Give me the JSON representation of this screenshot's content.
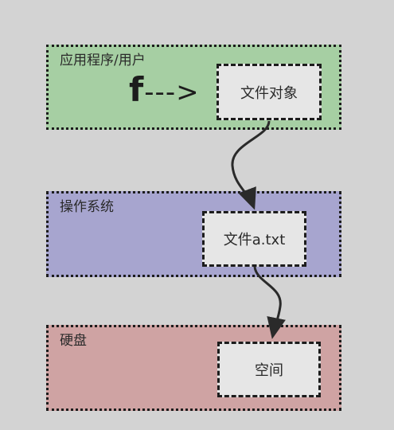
{
  "layers": {
    "app": {
      "label": "应用程序/用户",
      "color": "#a6cfa3"
    },
    "os": {
      "label": "操作系统",
      "color": "#a7a5cf"
    },
    "disk": {
      "label": "硬盘",
      "color": "#cfa3a3"
    }
  },
  "boxes": {
    "file_object": "文件对象",
    "file_atxt": "文件a.txt",
    "space": "空间"
  },
  "pointer": {
    "letter": "f",
    "arrow": "--->"
  }
}
